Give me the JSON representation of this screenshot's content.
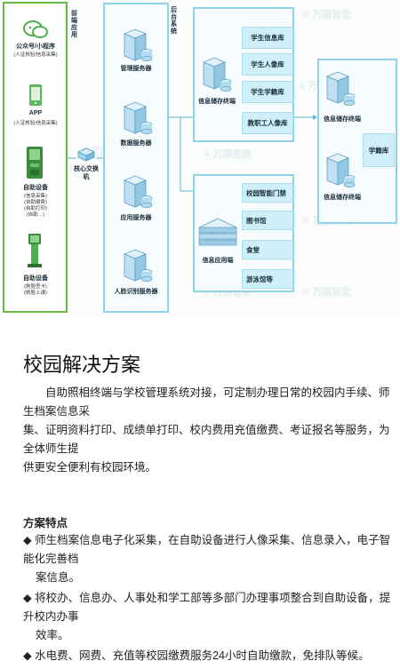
{
  "diagram": {
    "front_label": "前端应用",
    "backend_label": "后台系统",
    "watermark": "万国智能",
    "left_items": [
      {
        "name": "公众号/小程序",
        "sub": [
          "(人证核验/信息采集)"
        ]
      },
      {
        "name": "APP",
        "sub": [
          "(人证核验/信息采集)"
        ]
      },
      {
        "name": "自助设备",
        "sub": [
          "(信息采集)",
          "(自助缴费)",
          "(自助打印)",
          "(自助…)"
        ]
      },
      {
        "name": "自助设备",
        "sub": [
          "(刷脸签卡)",
          "(刷脸上课)"
        ]
      }
    ],
    "switch_label": "核心交换机",
    "servers": [
      "管理服务器",
      "数据服务器",
      "应用服务器",
      "人脸识别服务器"
    ],
    "storage_label": "信息储存终端",
    "databases": [
      "学生信息库",
      "学生人像库",
      "学生学籍库",
      "教职工人像库"
    ],
    "app_terminal_label": "信息应用端",
    "applications": [
      "校园智能门禁",
      "图书馆",
      "食堂",
      "游泳馆等"
    ],
    "right_storage_top": "信息储存终端",
    "right_storage_bottom": "信息储存终端",
    "right_db": "学籍库"
  },
  "article": {
    "title": "校园解决方案",
    "para_lines": [
      "　　自助照相终端与学校管理系统对接，可定制办理日常的校园内手续、师",
      "生档案信息采",
      "集、证明资料打印、成绩单打印、校内费用充值缴费、考证报名等服务，为",
      "全体师生提",
      "供更安全便利有校园环境。"
    ],
    "features_header": "方案特点",
    "features": [
      {
        "line1": "◆  师生档案信息电子化采集，在自助设备进行人像采集、信息录入，电子智",
        "line2": "能化完善档",
        "line3": "案信息。"
      },
      {
        "line1": "◆  将校办、信息办、人事处和学工部等多部门办理事项整合到自助设备，提",
        "line2": "升校内办事",
        "line3": "效率。"
      },
      {
        "line1": "◆  水电费、网费、充值等校园缴费服务24小时自助缴款，免排队等候。",
        "line2": "",
        "line3": ""
      }
    ]
  }
}
